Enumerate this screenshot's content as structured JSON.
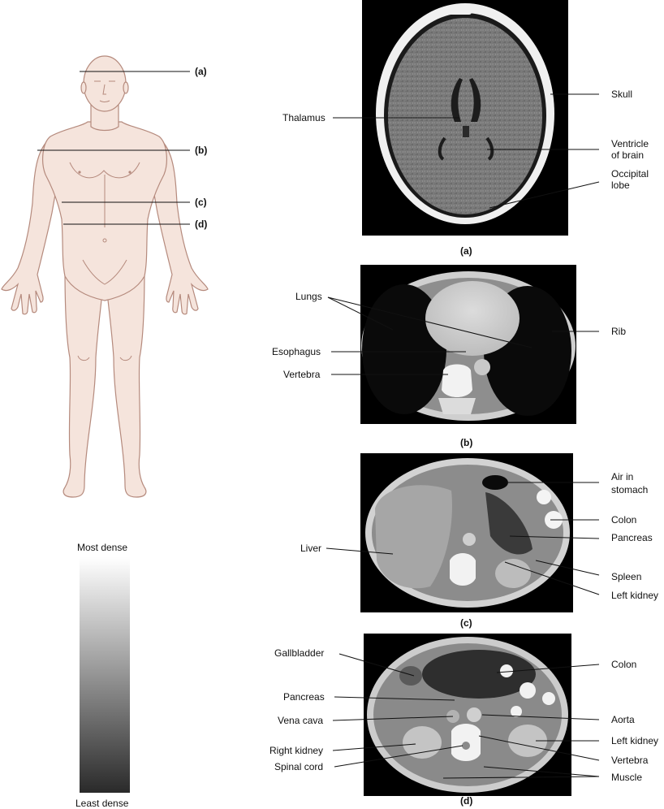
{
  "body_panel": {
    "cut_labels": [
      "(a)",
      "(b)",
      "(c)",
      "(d)"
    ]
  },
  "density_scale": {
    "top_label": "Most dense",
    "bottom_label": "Least dense",
    "top_color": "#ffffff",
    "bottom_color": "#2a2a2a"
  },
  "panels": {
    "a": {
      "caption": "(a)",
      "labels": {
        "thalamus": "Thalamus",
        "skull": "Skull",
        "ventricle_l1": "Ventricle",
        "ventricle_l2": "of brain",
        "occipital_l1": "Occipital",
        "occipital_l2": "lobe"
      }
    },
    "b": {
      "caption": "(b)",
      "labels": {
        "lungs": "Lungs",
        "rib": "Rib",
        "esophagus": "Esophagus",
        "vertebra": "Vertebra"
      }
    },
    "c": {
      "caption": "(c)",
      "labels": {
        "air_l1": "Air in",
        "air_l2": "stomach",
        "colon": "Colon",
        "pancreas": "Pancreas",
        "liver": "Liver",
        "spleen": "Spleen",
        "left_kidney": "Left kidney"
      }
    },
    "d": {
      "caption": "(d)",
      "labels": {
        "gallbladder": "Gallbladder",
        "colon": "Colon",
        "pancreas": "Pancreas",
        "vena_cava": "Vena cava",
        "aorta": "Aorta",
        "right_kidney": "Right kidney",
        "left_kidney": "Left kidney",
        "spinal_cord": "Spinal cord",
        "vertebra": "Vertebra",
        "muscle": "Muscle"
      }
    }
  },
  "colors": {
    "skin": "#f5e4dc",
    "skin_outline": "#b58a7d",
    "ct_black": "#0a0a0a",
    "ct_soft_tissue": "#8c8c8c",
    "ct_bone": "#f2f2f2"
  }
}
